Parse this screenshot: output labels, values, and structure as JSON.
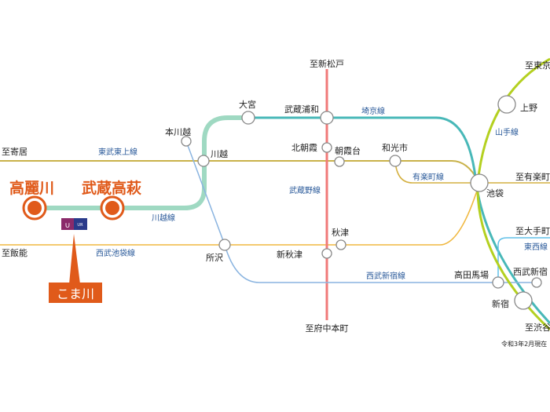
{
  "colors": {
    "tobu_tojo": "#c9b24a",
    "yurakucho": "#d4b040",
    "seibu_ikebukuro": "#f0b840",
    "kawagoe": "#9fd9c2",
    "saikyo": "#48b8b8",
    "musashino": "#f07a78",
    "seibu_shinjuku": "#8ab4e0",
    "tozai": "#60c0e8",
    "yamanote": "#b4d020",
    "accent": "#e05a1a"
  },
  "highlight": {
    "station_1": "高麗川",
    "station_2": "武蔵高萩",
    "callout": "こま川",
    "logo_text": "UR"
  },
  "directions": {
    "yorii": "至寄居",
    "hanno": "至飯能",
    "shin_matsudo": "至新松戸",
    "fuchu_hommachi": "至府中本町",
    "tokyo": "至東京",
    "yurakucho": "至有楽町",
    "otemachi": "至大手町",
    "shibuya": "至渋谷"
  },
  "lines": {
    "tobu_tojo": "東武東上線",
    "kawagoe": "川越線",
    "seibu_ikebukuro": "西武池袋線",
    "saikyo": "埼京線",
    "musashino": "武蔵野線",
    "yurakucho": "有楽町線",
    "seibu_shinjuku": "西武新宿線",
    "yamanote": "山手線",
    "tozai": "東西線"
  },
  "stations": {
    "omiya": "大宮",
    "musashi_urawa": "武蔵浦和",
    "hon_kawagoe": "本川越",
    "kawagoe": "川越",
    "kita_asaka": "北朝霞",
    "asakadai": "朝霞台",
    "wakoshi": "和光市",
    "ikebukuro": "池袋",
    "ueno": "上野",
    "tokorozawa": "所沢",
    "akitsu": "秋津",
    "shin_akitsu": "新秋津",
    "takadanobaba": "高田馬場",
    "seibu_shinjuku": "西武新宿",
    "shinjuku": "新宿"
  },
  "note": "令和3年2月現在"
}
